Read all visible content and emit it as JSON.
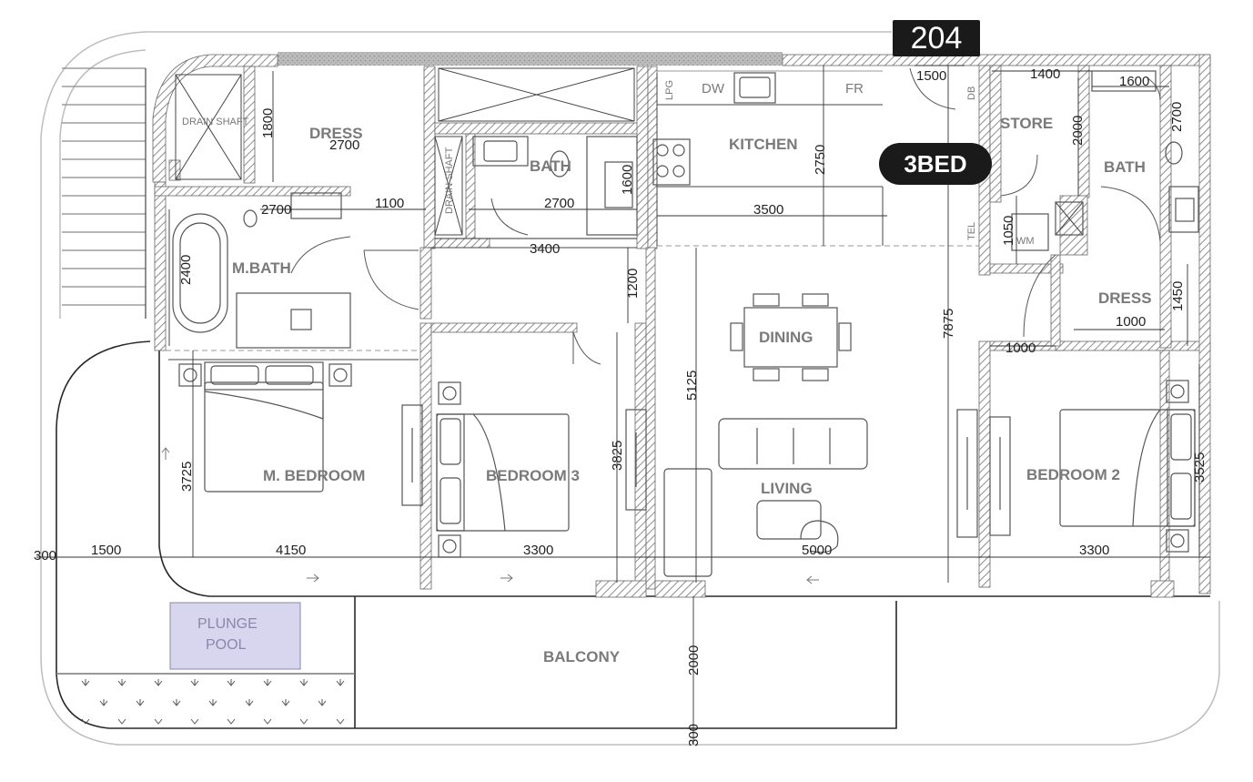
{
  "unit": {
    "number": "204",
    "type": "3BED"
  },
  "rooms": {
    "dress_1": "DRESS",
    "kitchen": "KITCHEN",
    "store": "STORE",
    "bath_2": "BATH",
    "bath_1": "BATH",
    "m_bath": "M.BATH",
    "dress_2": "DRESS",
    "dining": "DINING",
    "m_bedroom": "M. BEDROOM",
    "bedroom_3": "BEDROOM 3",
    "living": "LIVING",
    "bedroom_2": "BEDROOM 2",
    "plunge_pool_line1": "PLUNGE",
    "plunge_pool_line2": "POOL",
    "balcony": "BALCONY",
    "drain_shaft": "DRAIN SHAFT",
    "drain_shaft_2": "DRAIN SHAFT"
  },
  "fixtures": {
    "dw": "DW",
    "fr": "FR",
    "lpg": "LPG",
    "db": "DB",
    "tel": "TEL",
    "wm": "WM"
  },
  "dimensions": {
    "d1800": "1800",
    "d2700_dress": "2700",
    "d2700_mbath": "2700",
    "d1100": "1100",
    "d2700_bath": "2700",
    "d1600_bath": "1600",
    "d3400": "3400",
    "d2750": "2750",
    "d3500": "3500",
    "d1500_top": "1500",
    "d1400": "1400",
    "d1600_top": "1600",
    "d2000_store": "2000",
    "d2700_right": "2700",
    "d1050": "1050",
    "d1450": "1450",
    "d1000_dress": "1000",
    "d1000": "1000",
    "d7875": "7875",
    "d2400": "2400",
    "d1200": "1200",
    "d5125": "5125",
    "d3725": "3725",
    "d3825": "3825",
    "d3525": "3525",
    "d300_left": "300",
    "d1500_left": "1500",
    "d4150": "4150",
    "d3300_b3": "3300",
    "d5000": "5000",
    "d3300_b2": "3300",
    "d2000_balcony": "2000",
    "d300_bottom": "300"
  },
  "colors": {
    "wall_hatch": "#9a9a9a",
    "line": "#2a2a2a",
    "light_line": "#bdbdbd",
    "pool_fill": "#d7d6ee",
    "badge_bg": "#1a1a1a"
  }
}
